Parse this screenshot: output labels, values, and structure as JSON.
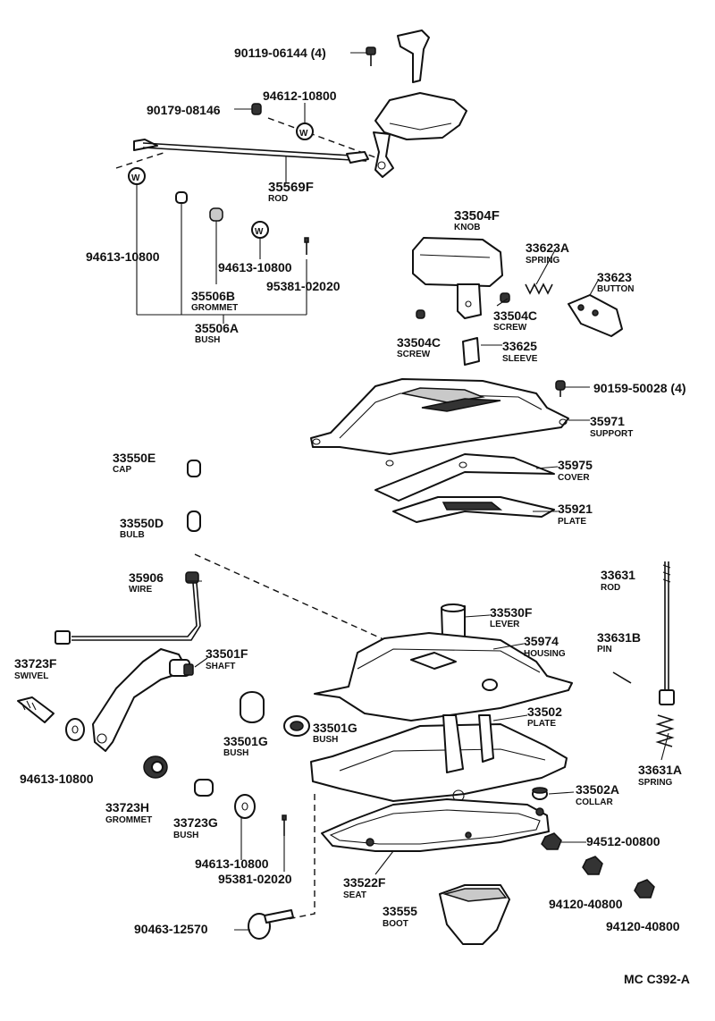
{
  "labels": {
    "p90119_06144": "90119-06144 (4)",
    "p94612_10800": "94612-10800",
    "p90179_08146": "90179-08146",
    "p35569F": "35569F",
    "n35569F": "ROD",
    "p94613_10800_a": "94613-10800",
    "p94613_10800_b": "94613-10800",
    "p95381_02020_a": "95381-02020",
    "p35506B": "35506B",
    "n35506B": "GROMMET",
    "p35506A": "35506A",
    "n35506A": "BUSH",
    "p33504F": "33504F",
    "n33504F": "KNOB",
    "p33623A": "33623A",
    "n33623A": "SPRING",
    "p33623": "33623",
    "n33623": "BUTTON",
    "p33504C_a": "33504C",
    "n33504C_a": "SCREW",
    "p33504C_b": "33504C",
    "n33504C_b": "SCREW",
    "p33625": "33625",
    "n33625": "SLEEVE",
    "p90159_50028": "90159-50028 (4)",
    "p35971": "35971",
    "n35971": "SUPPORT",
    "p33550E": "33550E",
    "n33550E": "CAP",
    "p35975": "35975",
    "n35975": "COVER",
    "p35921": "35921",
    "n35921": "PLATE",
    "p33550D": "33550D",
    "n33550D": "BULB",
    "p35906": "35906",
    "n35906": "WIRE",
    "p33631": "33631",
    "n33631": "ROD",
    "p33530F": "33530F",
    "n33530F": "LEVER",
    "p33631B": "33631B",
    "n33631B": "PIN",
    "p35974": "35974",
    "n35974": "HOUSING",
    "p33501F": "33501F",
    "n33501F": "SHAFT",
    "p33723F": "33723F",
    "n33723F": "SWIVEL",
    "p33502": "33502",
    "n33502": "PLATE",
    "p33501G_a": "33501G",
    "n33501G_a": "BUSH",
    "p33501G_b": "33501G",
    "n33501G_b": "BUSH",
    "p94613_10800_c": "94613-10800",
    "p33631A": "33631A",
    "n33631A": "SPRING",
    "p33723H": "33723H",
    "n33723H": "GROMMET",
    "p33723G": "33723G",
    "n33723G": "BUSH",
    "p33502A": "33502A",
    "n33502A": "COLLAR",
    "p94613_10800_d": "94613-10800",
    "p95381_02020_b": "95381-02020",
    "p94512_00800": "94512-00800",
    "p33522F": "33522F",
    "n33522F": "SEAT",
    "p94120_40800_a": "94120-40800",
    "p94120_40800_b": "94120-40800",
    "p33555": "33555",
    "n33555": "BOOT",
    "p90463_12570": "90463-12570",
    "ref": "MC C392-A"
  }
}
